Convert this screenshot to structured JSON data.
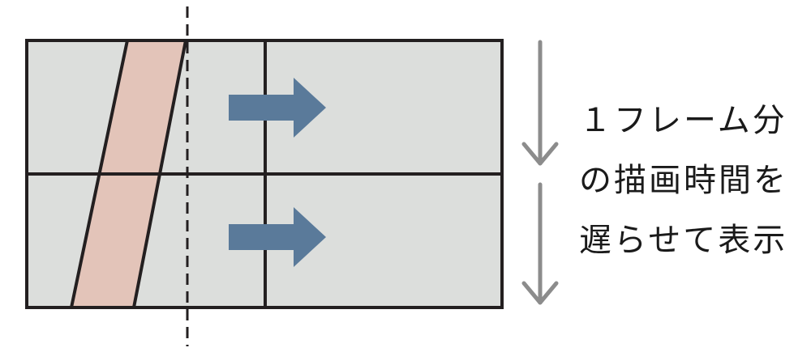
{
  "colors": {
    "panel_fill": "#dcdedc",
    "frame_stroke": "#231f20",
    "tear_band_fill": "#e3c4b9",
    "arrow_fill": "#5a7a9a",
    "down_arrow_stroke": "#8c8c8c",
    "text": "#1a1a1a"
  },
  "icons": {
    "right_arrow": "right-arrow-icon",
    "down_arrow": "down-arrow-icon"
  },
  "caption": {
    "lines": [
      "１フレーム分",
      "の描画時間を",
      "遅らせて表示"
    ]
  }
}
